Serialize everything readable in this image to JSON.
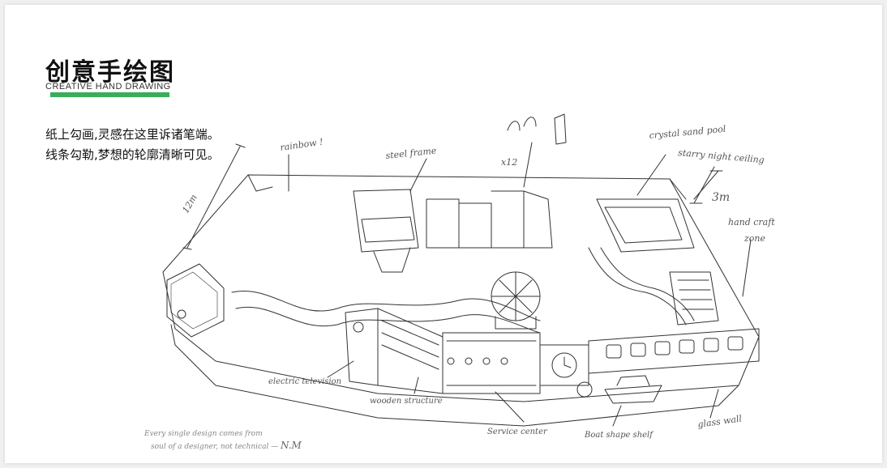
{
  "header": {
    "title": "创意手绘图",
    "subtitle": "CREATIVE HAND DRAWING"
  },
  "description": {
    "line1": "纸上勾画,灵感在这里诉诸笔端。",
    "line2": "线条勾勒,梦想的轮廓清晰可见。"
  },
  "annotations": {
    "rainbow": "rainbow !",
    "steel_frame": "steel frame",
    "x12": "x12",
    "crystal_sand_pool": "crystal sand pool",
    "starry_night_ceiling": "starry night ceiling",
    "height": "3m",
    "hand_craft": "hand craft",
    "zone": "zone",
    "length": "12m",
    "electric_television": "electric television",
    "wooden_structure": "wooden structure",
    "service_center": "Service center",
    "boat_shape_shelf": "Boat shape shelf",
    "glass_wall": "glass wall",
    "signature_line1": "Every single design comes from",
    "signature_line2": "soul of a designer, not technical —",
    "signature_name": "N.M"
  },
  "colors": {
    "accent": "#3aad5a",
    "ink": "#333333"
  }
}
